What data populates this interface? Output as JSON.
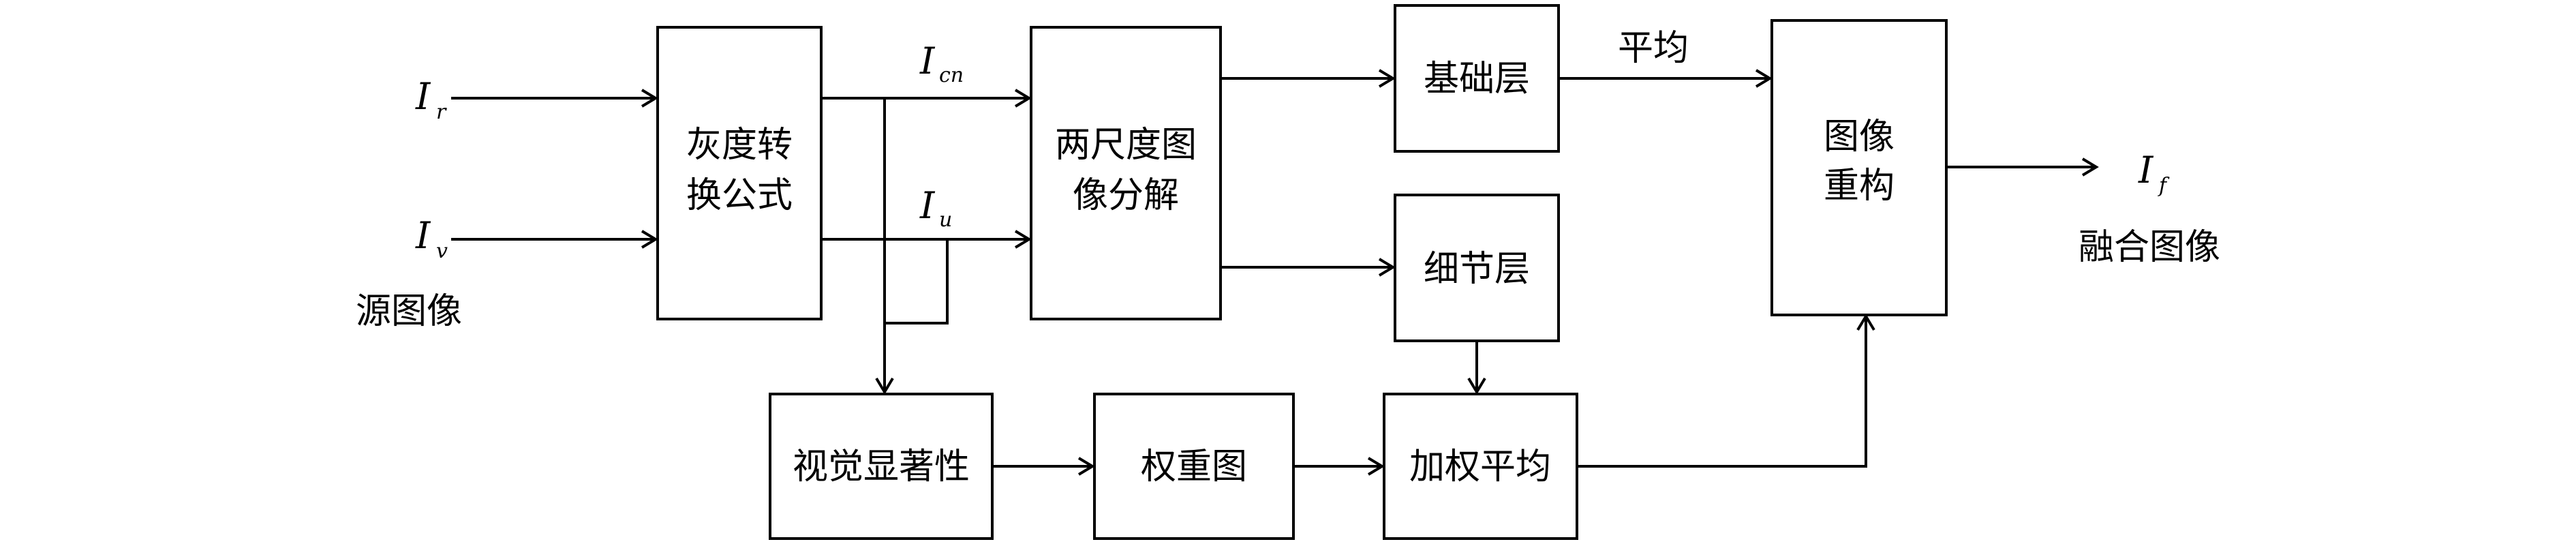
{
  "inputs": {
    "ir": {
      "main": "I",
      "sub": "r"
    },
    "iv": {
      "main": "I",
      "sub": "v"
    },
    "source_label": "源图像"
  },
  "signals": {
    "icn": {
      "main": "I",
      "sub": "cn"
    },
    "iu": {
      "main": "I",
      "sub": "u"
    }
  },
  "blocks": {
    "gray_conversion": [
      "灰度转",
      "换公式"
    ],
    "two_scale_decomposition": [
      "两尺度图",
      "像分解"
    ],
    "base_layer": [
      "基础层"
    ],
    "detail_layer": [
      "细节层"
    ],
    "visual_saliency": [
      "视觉显著性"
    ],
    "weight_map": [
      "权重图"
    ],
    "weighted_average": [
      "加权平均"
    ],
    "image_reconstruction": [
      "图像",
      "重构"
    ]
  },
  "edge_labels": {
    "base_average": "平均"
  },
  "output": {
    "if": {
      "main": "I",
      "sub": "f"
    },
    "fused_label": "融合图像"
  }
}
